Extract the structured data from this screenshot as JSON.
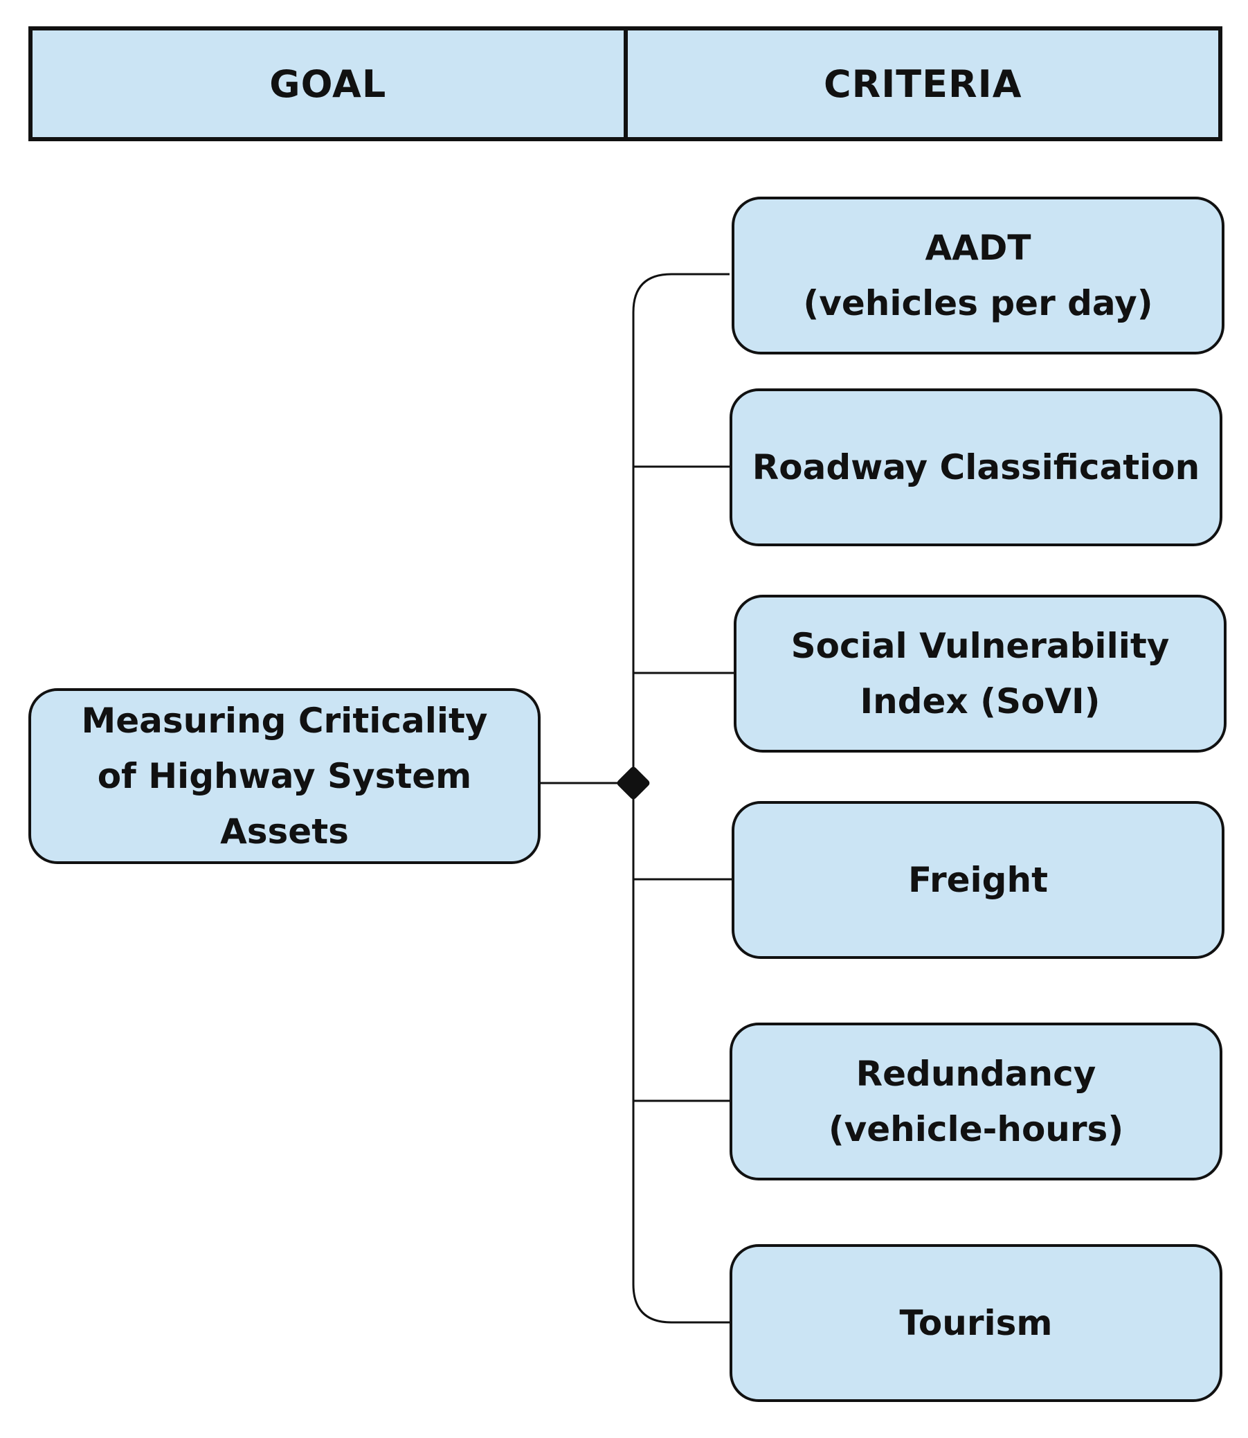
{
  "header": {
    "goal_label": "GOAL",
    "criteria_label": "CRITERIA"
  },
  "goal": {
    "text": "Measuring  Criticality\nof Highway System\nAssets"
  },
  "criteria": [
    {
      "text": "AADT\n(vehicles per day)"
    },
    {
      "text": "Roadway Classification"
    },
    {
      "text": "Social Vulnerability\nIndex (SoVI)"
    },
    {
      "text": "Freight"
    },
    {
      "text": "Redundancy\n(vehicle-hours)"
    },
    {
      "text": "Tourism"
    }
  ],
  "colors": {
    "box_fill": "#cbe4f4",
    "stroke": "#111111",
    "background": "#ffffff"
  }
}
